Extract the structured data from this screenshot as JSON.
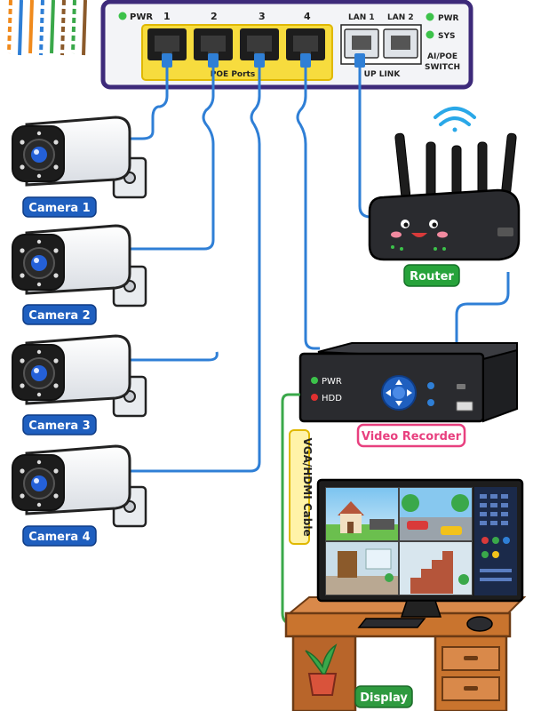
{
  "switch": {
    "pwr_led": "PWR",
    "ports": [
      "1",
      "2",
      "3",
      "4"
    ],
    "poe_label": "POE Ports",
    "lan_ports": [
      "LAN 1",
      "LAN 2"
    ],
    "uplink_label": "UP LINK",
    "status_leds": [
      "PWR",
      "SYS"
    ],
    "model_line1": "AI/POE",
    "model_line2": "SWITCH"
  },
  "cameras": [
    "Camera 1",
    "Camera 2",
    "Camera 3",
    "Camera 4"
  ],
  "router": {
    "label": "Router"
  },
  "recorder": {
    "label": "Video Recorder",
    "leds": [
      "PWR",
      "HDD"
    ]
  },
  "cable_label": "VGA/HDMI Cable",
  "display": {
    "label": "Display"
  },
  "colors": {
    "switch_border": "#3d2a7a",
    "poe_highlight": "#f5d21b",
    "cable_blue": "#2f7fd6",
    "cable_green": "#3aa84a",
    "camera_label_bg": "#1f5fbf",
    "router_label_bg": "#27a33b",
    "recorder_label_border": "#e8407f",
    "display_label_bg": "#2e9a3f",
    "desk_wood": "#c9742e"
  }
}
